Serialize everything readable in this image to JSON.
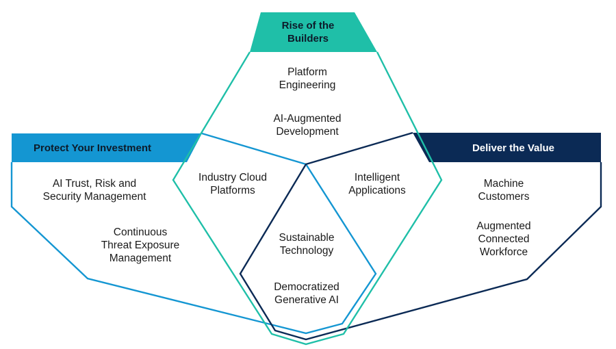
{
  "colors": {
    "teal": "#1fbfa8",
    "blue": "#1496d2",
    "navy": "#0b2a55",
    "text": "#1a1a1a"
  },
  "groups": {
    "builders": {
      "title": "Rise of the\nBuilders",
      "items": [
        "Platform\nEngineering",
        "AI-Augmented\nDevelopment"
      ]
    },
    "protect": {
      "title": "Protect Your Investment",
      "items": [
        "AI Trust, Risk and\nSecurity Management",
        "Continuous\nThreat Exposure\nManagement"
      ]
    },
    "deliver": {
      "title": "Deliver the Value",
      "items": [
        "Machine\nCustomers",
        "Augmented\nConnected\nWorkforce"
      ]
    },
    "overlaps": {
      "builders_protect": "Industry Cloud\nPlatforms",
      "builders_deliver": "Intelligent\nApplications",
      "all_center": [
        "Sustainable\nTechnology",
        "Democratized\nGenerative AI"
      ]
    }
  }
}
